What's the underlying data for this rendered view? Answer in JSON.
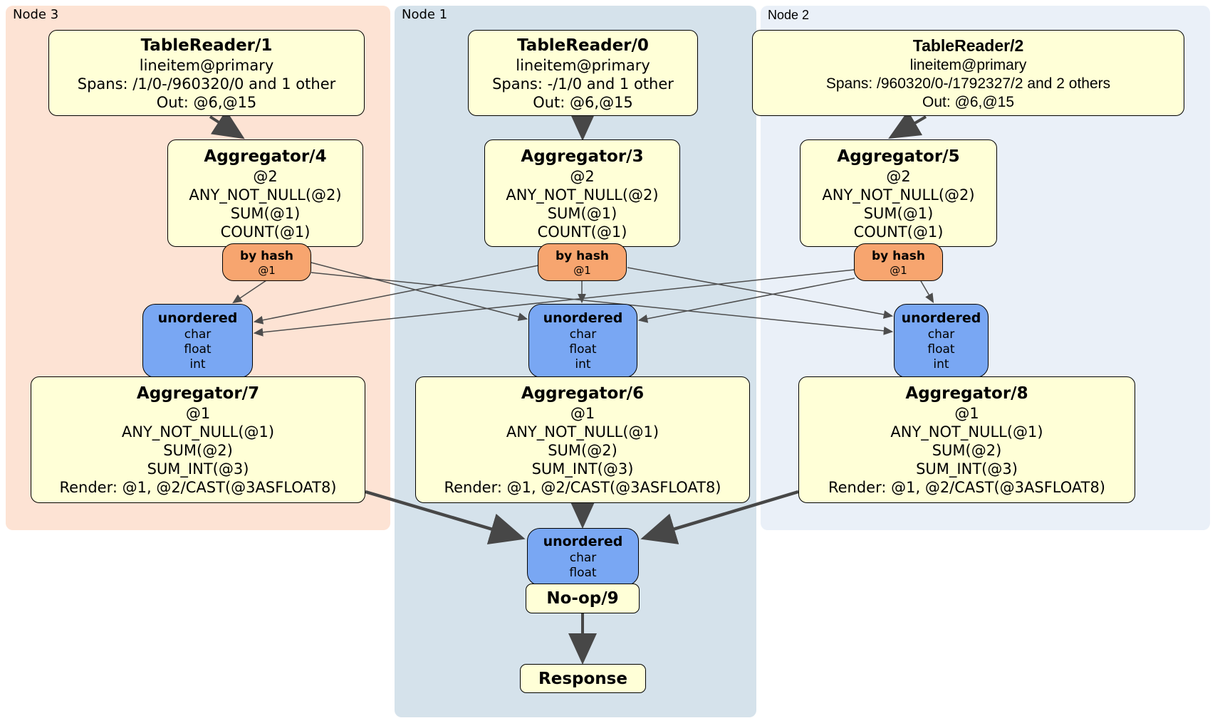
{
  "panels": [
    {
      "label": "Node 3",
      "reader": {
        "title": "TableReader/1",
        "lines": [
          "lineitem@primary",
          "Spans: /1/0-/960320/0 and 1 other",
          "Out: @6,@15"
        ]
      },
      "aggregator_top": {
        "title": "Aggregator/4",
        "lines": [
          "@2",
          "ANY_NOT_NULL(@2)",
          "SUM(@1)",
          "COUNT(@1)"
        ]
      },
      "router": {
        "title": "by hash",
        "detail": "@1"
      },
      "sync": {
        "title": "unordered",
        "lines": [
          "char",
          "float",
          "int"
        ]
      },
      "aggregator_bottom": {
        "title": "Aggregator/7",
        "lines": [
          "@1",
          "ANY_NOT_NULL(@1)",
          "SUM(@2)",
          "SUM_INT(@3)",
          "Render: @1, @2/CAST(@3ASFLOAT8)"
        ]
      }
    },
    {
      "label": "Node 1",
      "reader": {
        "title": "TableReader/0",
        "lines": [
          "lineitem@primary",
          "Spans: -/1/0 and 1 other",
          "Out: @6,@15"
        ]
      },
      "aggregator_top": {
        "title": "Aggregator/3",
        "lines": [
          "@2",
          "ANY_NOT_NULL(@2)",
          "SUM(@1)",
          "COUNT(@1)"
        ]
      },
      "router": {
        "title": "by hash",
        "detail": "@1"
      },
      "sync": {
        "title": "unordered",
        "lines": [
          "char",
          "float",
          "int"
        ]
      },
      "aggregator_bottom": {
        "title": "Aggregator/6",
        "lines": [
          "@1",
          "ANY_NOT_NULL(@1)",
          "SUM(@2)",
          "SUM_INT(@3)",
          "Render: @1, @2/CAST(@3ASFLOAT8)"
        ]
      }
    },
    {
      "label": "Node 2",
      "reader": {
        "title": "TableReader/2",
        "lines": [
          "lineitem@primary",
          "Spans: /960320/0-/1792327/2 and 2 others",
          "Out: @6,@15"
        ]
      },
      "aggregator_top": {
        "title": "Aggregator/5",
        "lines": [
          "@2",
          "ANY_NOT_NULL(@2)",
          "SUM(@1)",
          "COUNT(@1)"
        ]
      },
      "router": {
        "title": "by hash",
        "detail": "@1"
      },
      "sync": {
        "title": "unordered",
        "lines": [
          "char",
          "float",
          "int"
        ]
      },
      "aggregator_bottom": {
        "title": "Aggregator/8",
        "lines": [
          "@1",
          "ANY_NOT_NULL(@1)",
          "SUM(@2)",
          "SUM_INT(@3)",
          "Render: @1, @2/CAST(@3ASFLOAT8)"
        ]
      }
    }
  ],
  "final": {
    "sync": {
      "title": "unordered",
      "lines": [
        "char",
        "float"
      ]
    },
    "noop": "No-op/9",
    "response": "Response"
  },
  "colors": {
    "node3_panel": "#fde3d4",
    "node1_panel": "#d5e2eb",
    "node2_panel": "#eaf0f8",
    "processor_box": "#ffffd7",
    "router_box": "#f7a56f",
    "sync_box": "#79a7f3",
    "edge": "#474747",
    "border": "#000000"
  }
}
